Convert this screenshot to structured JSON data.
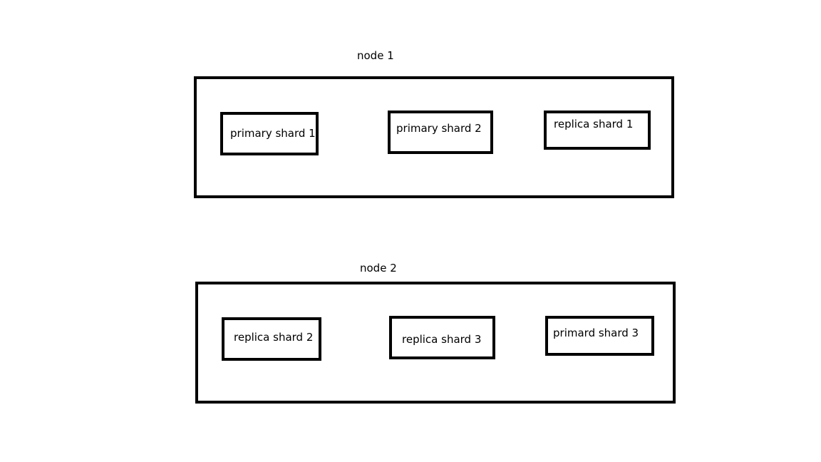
{
  "nodes": [
    {
      "label": "node 1",
      "shards": [
        {
          "label": "primary shard 1"
        },
        {
          "label": "primary shard 2"
        },
        {
          "label": "replica shard 1"
        }
      ]
    },
    {
      "label": "node 2",
      "shards": [
        {
          "label": "replica shard 2"
        },
        {
          "label": "replica shard 3"
        },
        {
          "label": "primard shard 3"
        }
      ]
    }
  ],
  "colors": {
    "border": "#000000",
    "background": "#ffffff",
    "text": "#000000"
  }
}
